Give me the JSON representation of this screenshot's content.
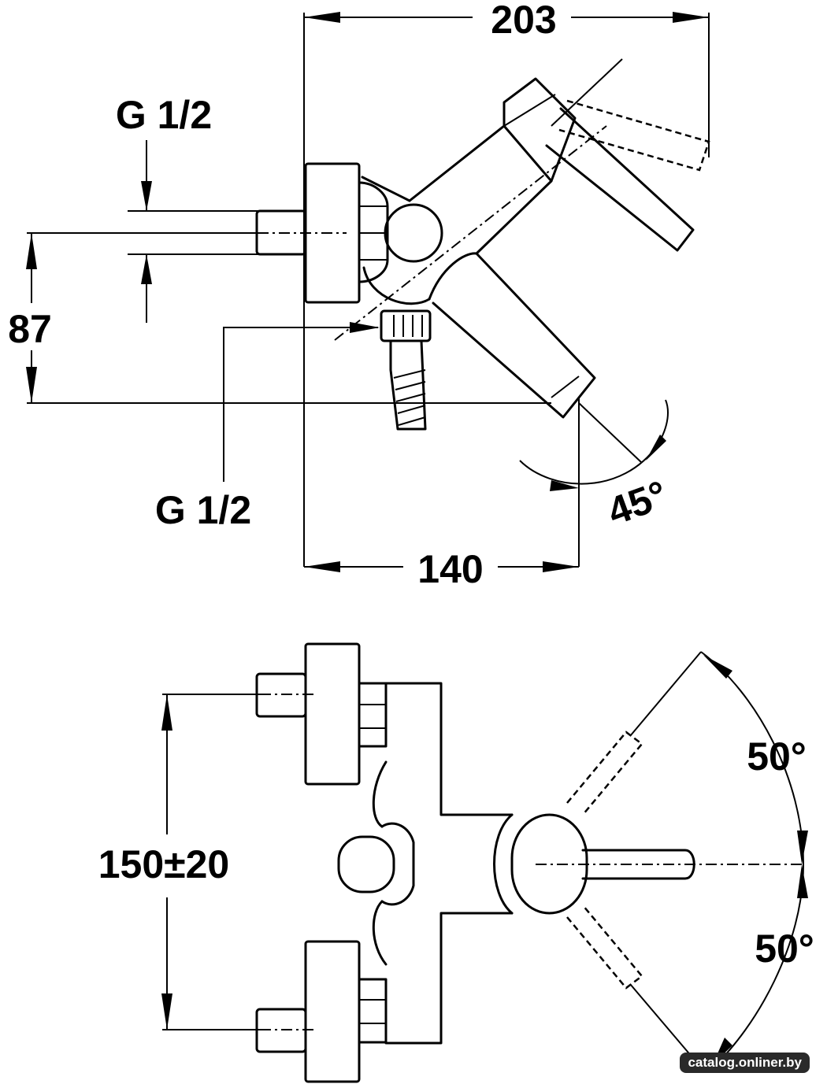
{
  "dimensions": {
    "total_length": "203",
    "spout_length": "140",
    "height": "87",
    "inlet_thread_top": "G 1/2",
    "outlet_thread": "G 1/2",
    "inlet_spacing": "150±20",
    "spout_angle": "45°",
    "lever_angle_up": "50°",
    "lever_angle_down": "50°"
  },
  "watermark": "catalog.onliner.by"
}
